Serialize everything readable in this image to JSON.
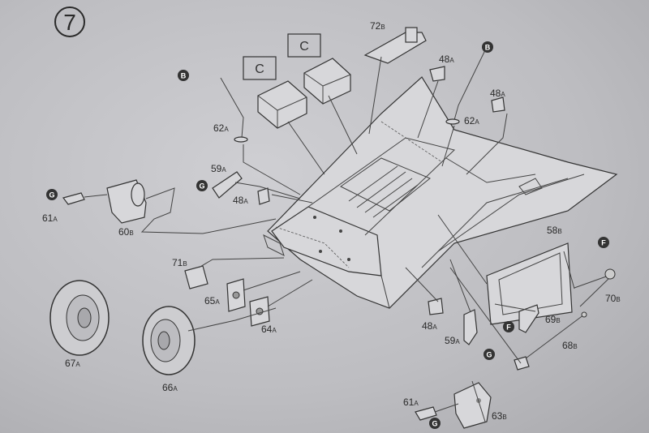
{
  "step_number": "7",
  "callouts": {
    "b1": "B",
    "b2": "B",
    "f1": "F",
    "f2": "F",
    "g1": "G",
    "g2": "G",
    "g3": "G",
    "g4": "G"
  },
  "boxes": {
    "c1": "C",
    "c2": "C"
  },
  "parts": {
    "p72": {
      "num": "72",
      "sub": "B"
    },
    "p48a_top": {
      "num": "48",
      "sub": "A"
    },
    "p62a_left": {
      "num": "62",
      "sub": "A"
    },
    "p62a_right": {
      "num": "62",
      "sub": "A"
    },
    "p48a_right": {
      "num": "48",
      "sub": "A"
    },
    "p59a_top": {
      "num": "59",
      "sub": "A"
    },
    "p48a_mid": {
      "num": "48",
      "sub": "A"
    },
    "p61a_left": {
      "num": "61",
      "sub": "A"
    },
    "p60b": {
      "num": "60",
      "sub": "B"
    },
    "p58b": {
      "num": "58",
      "sub": "B"
    },
    "p71b": {
      "num": "71",
      "sub": "B"
    },
    "p65a": {
      "num": "65",
      "sub": "A"
    },
    "p64a": {
      "num": "64",
      "sub": "A"
    },
    "p48a_bottom": {
      "num": "48",
      "sub": "A"
    },
    "p59a_bottom": {
      "num": "59",
      "sub": "A"
    },
    "p69b": {
      "num": "69",
      "sub": "B"
    },
    "p70b": {
      "num": "70",
      "sub": "B"
    },
    "p68b": {
      "num": "68",
      "sub": "B"
    },
    "p67a": {
      "num": "67",
      "sub": "A"
    },
    "p66a": {
      "num": "66",
      "sub": "A"
    },
    "p61a_bottom": {
      "num": "61",
      "sub": "A"
    },
    "p63b": {
      "num": "63",
      "sub": "B"
    }
  }
}
